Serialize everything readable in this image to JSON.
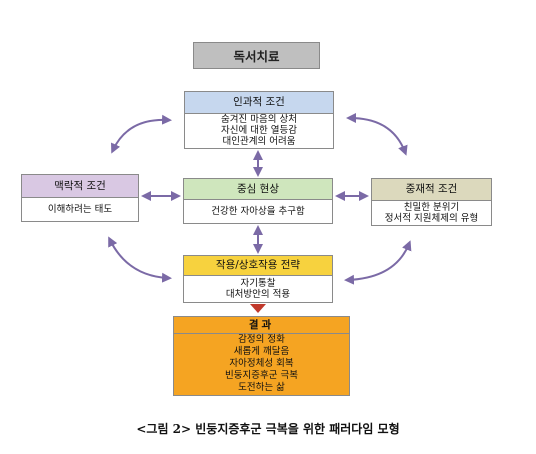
{
  "title": "독서치료",
  "cause": {
    "header": "인과적 조건",
    "lines": [
      "숨겨진 마음의 상처",
      "자신에 대한 열등감",
      "대인관계의 어려움"
    ]
  },
  "context": {
    "header": "맥락적 조건",
    "lines": [
      "이해하려는 태도"
    ]
  },
  "core": {
    "header": "중심 현상",
    "lines": [
      "건강한 자아상을 추구함"
    ]
  },
  "mediate": {
    "header": "중재적 조건",
    "lines": [
      "친밀한 분위기",
      "정서적 지원체제의 유형"
    ]
  },
  "strategy": {
    "header": "작용/상호작용 전략",
    "lines": [
      "자기통찰",
      "대처방안의 적용"
    ]
  },
  "result": {
    "header": "결과",
    "lines": [
      "감정의 정화",
      "새롭게 깨달음",
      "자아정체성 회복",
      "빈둥지증후군 극복",
      "도전하는 삶"
    ]
  },
  "caption": "<그림 2> 빈둥지증후군 극복을 위한 패러다임 모형",
  "colors": {
    "title_bg": "#bfbfbf",
    "cause_header": "#c6d7ee",
    "context_header": "#d9c8e3",
    "core_header": "#cfe6bd",
    "mediate_header": "#dcd9bd",
    "strategy_header": "#f7d23e",
    "result_bg": "#f5a422",
    "arrow": "#7b6aa6"
  }
}
